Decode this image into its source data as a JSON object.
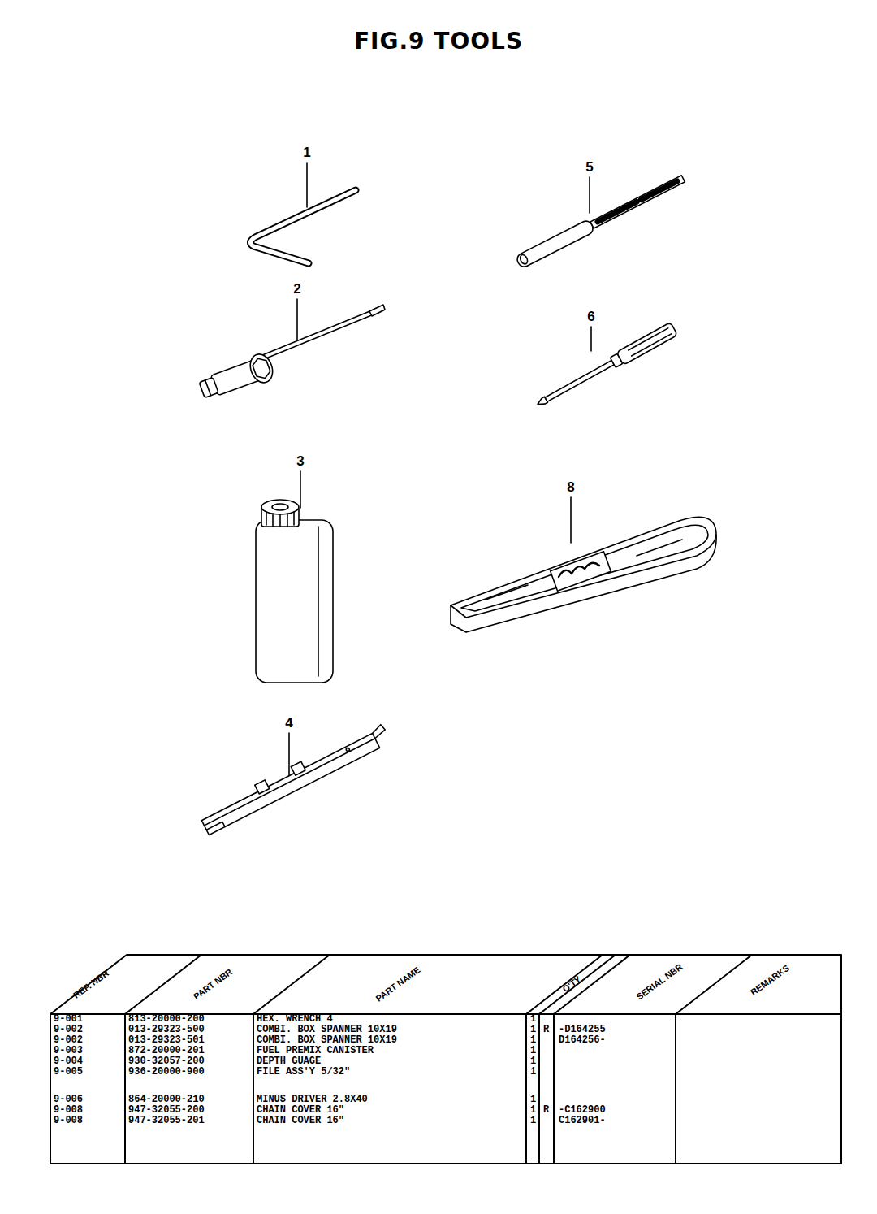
{
  "diagram": {
    "title": "FIG.9 TOOLS",
    "labels": [
      "1",
      "5",
      "2",
      "6",
      "3",
      "8",
      "4",
      "REF. NBR",
      "PART NBR",
      "PART NAME",
      "Q'TY",
      "SERIAL NBR",
      "REMARKS",
      "9-001",
      "813-20000-200",
      "HEX. WRENCH 4",
      "1",
      "9-002",
      "013-29323-500",
      "COMBI. BOX SPANNER 10X19",
      "1",
      "R",
      "-D164255",
      "9-002",
      "013-29323-501",
      "COMBI. BOX SPANNER 10X19",
      "1",
      "D164256-",
      "9-003",
      "872-20000-201",
      "FUEL PREMIX CANISTER",
      "1",
      "9-004",
      "930-32057-200",
      "DEPTH GUAGE",
      "1",
      "9-005",
      "936-20000-900",
      "FILE ASS'Y 5/32\"",
      "1",
      "9-006",
      "864-20000-210",
      "MINUS DRIVER 2.8X40",
      "1",
      "9-008",
      "947-32055-200",
      "CHAIN COVER 16\"",
      "1",
      "R",
      "-C162900",
      "9-008",
      "947-32055-201",
      "CHAIN COVER 16\"",
      "1",
      "C162901-"
    ]
  }
}
